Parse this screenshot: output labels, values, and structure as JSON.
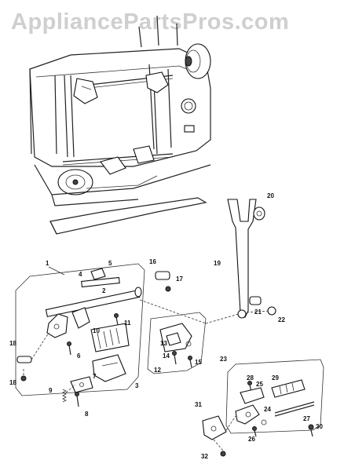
{
  "watermark": {
    "text": "AppliancePartsPros.com"
  },
  "callouts": [
    "1",
    "2",
    "3",
    "4",
    "5",
    "6",
    "7",
    "8",
    "9",
    "10",
    "11",
    "12",
    "13",
    "14",
    "15",
    "16",
    "17",
    "18",
    "19",
    "20",
    "21",
    "22",
    "23",
    "24",
    "25",
    "26",
    "27",
    "28",
    "29",
    "30",
    "31",
    "32"
  ]
}
